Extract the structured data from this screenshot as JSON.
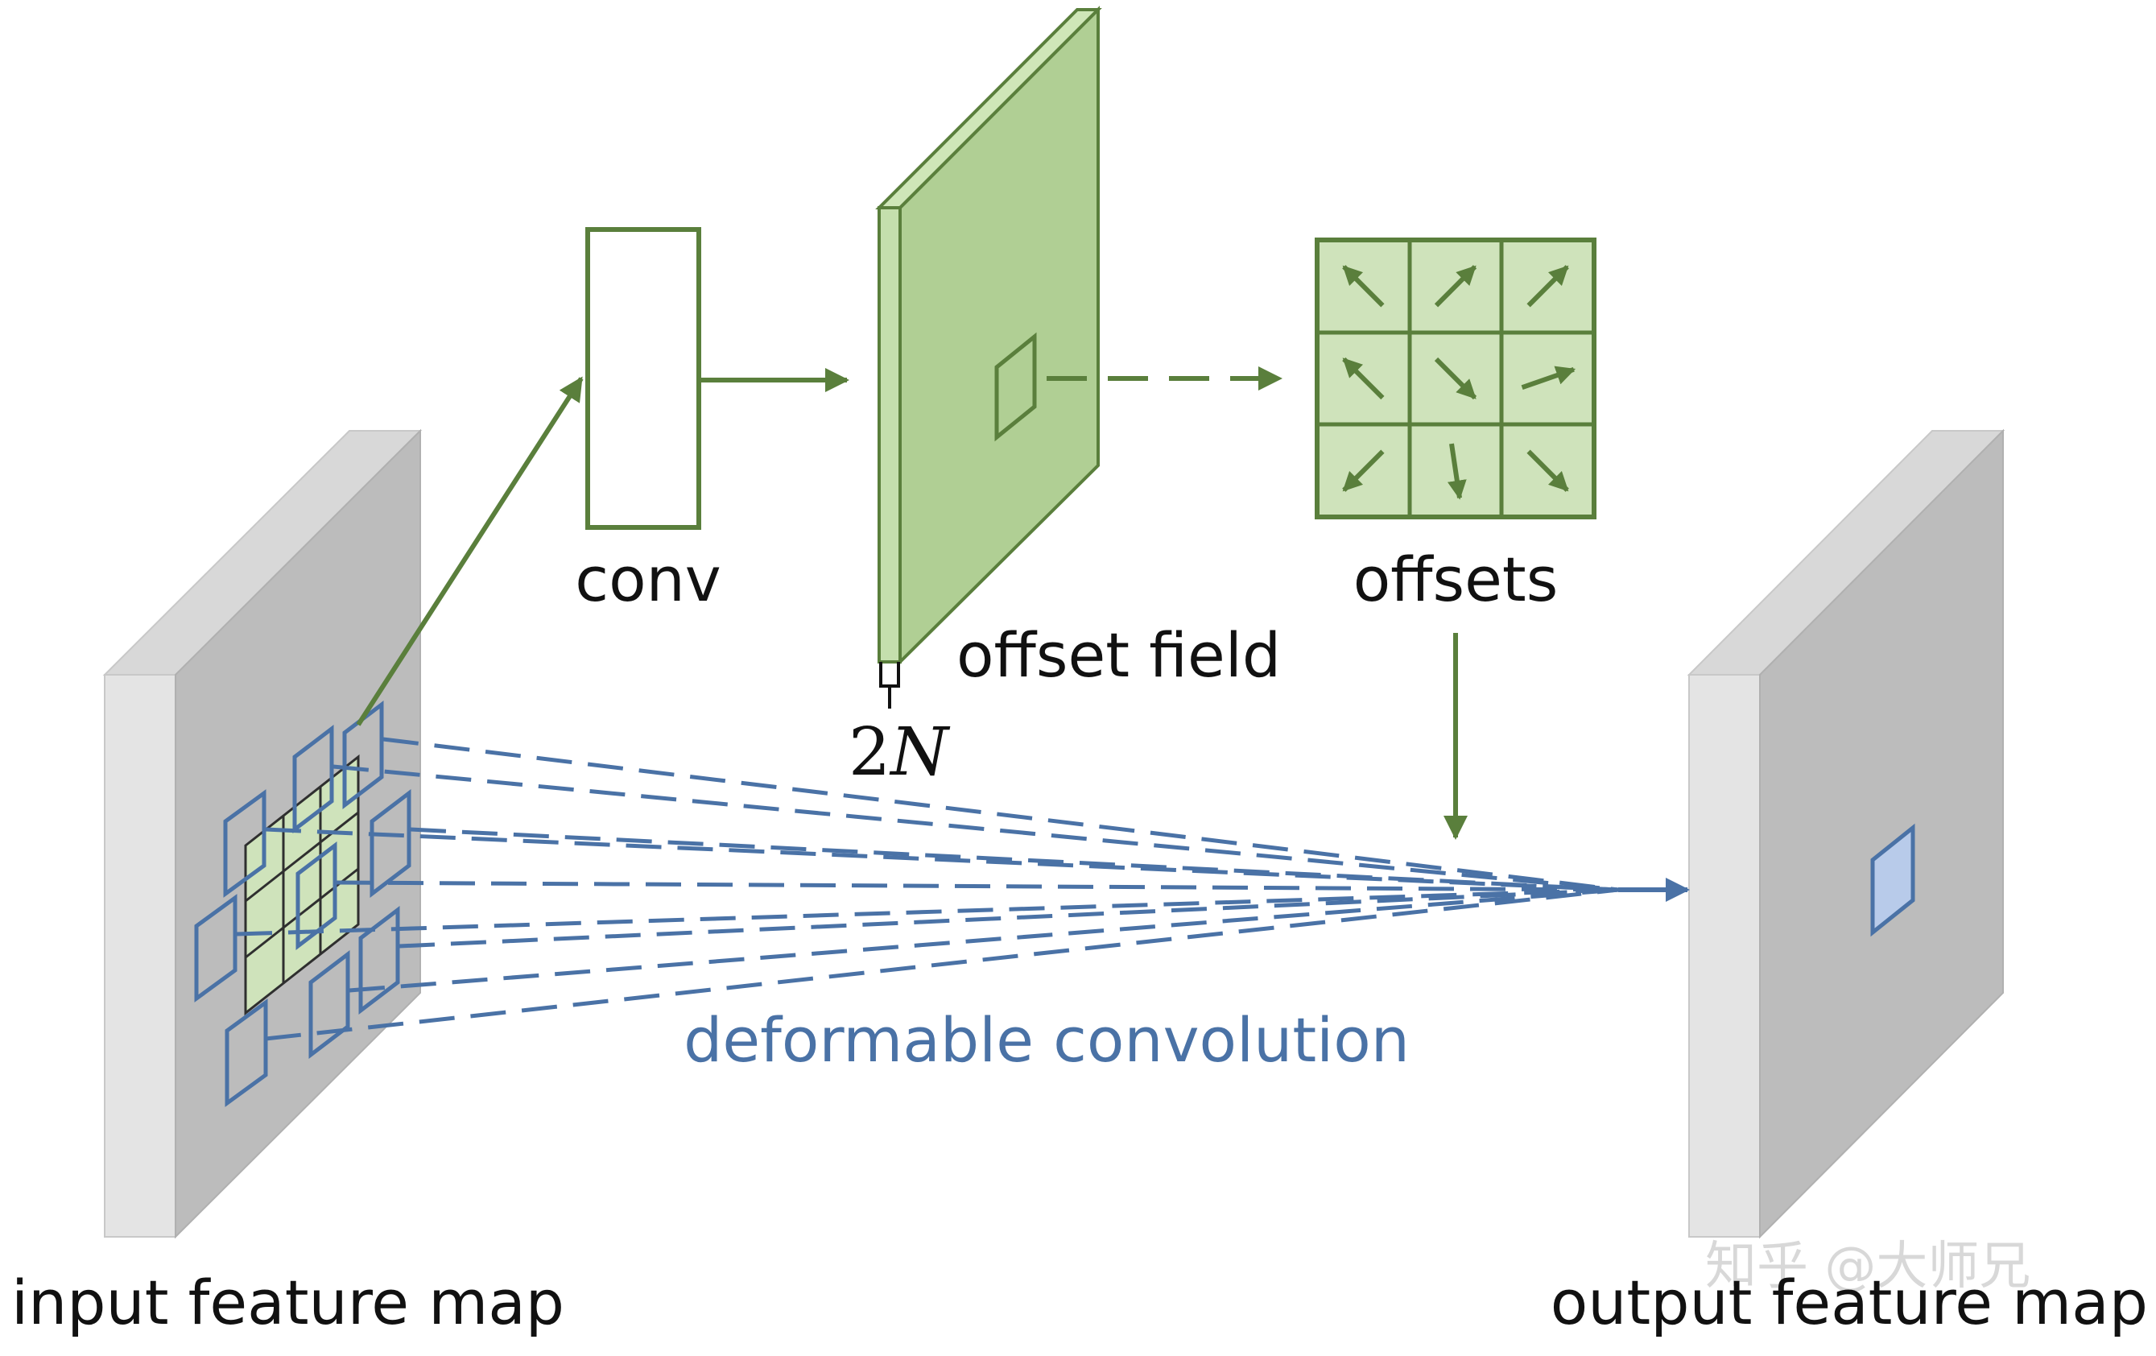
{
  "labels": {
    "input": "input feature map",
    "output": "output feature map",
    "conv": "conv",
    "offset_field": "offset field",
    "two_n": "2N",
    "offsets": "offsets",
    "deformable": "deformable convolution"
  },
  "watermark": "知乎 @大师兄",
  "colors": {
    "green": "#5a7f3c",
    "light_green": "#b0cf94",
    "pale_green": "#cfe3bb",
    "blue": "#4a72a6",
    "pale_blue": "#b8cbea",
    "gray_front": "#bcbcbc",
    "gray_side": "#e0e0e0"
  },
  "offset_arrows": [
    {
      "cell": 0,
      "direction": "up-left"
    },
    {
      "cell": 1,
      "direction": "up-right"
    },
    {
      "cell": 2,
      "direction": "up-right"
    },
    {
      "cell": 3,
      "direction": "up-left"
    },
    {
      "cell": 4,
      "direction": "down-right"
    },
    {
      "cell": 5,
      "direction": "right"
    },
    {
      "cell": 6,
      "direction": "down-left"
    },
    {
      "cell": 7,
      "direction": "down"
    },
    {
      "cell": 8,
      "direction": "down-right"
    }
  ]
}
